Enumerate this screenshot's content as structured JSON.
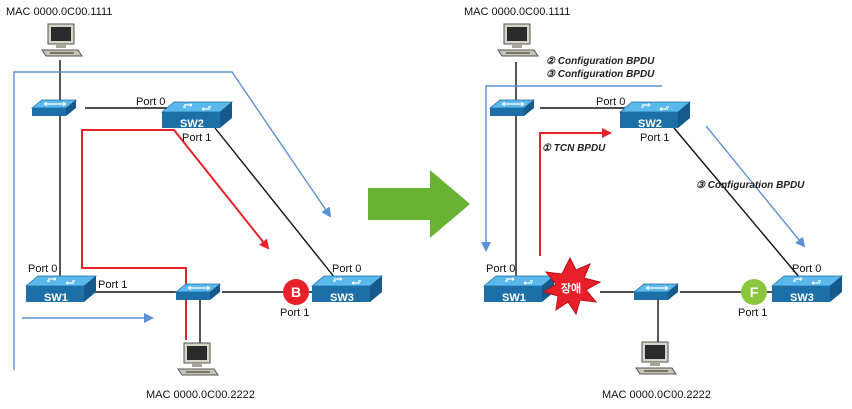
{
  "left": {
    "mac_top": "MAC 0000.0C00.1111",
    "mac_bottom": "MAC 0000.0C00.2222",
    "sw1": "SW1",
    "sw2": "SW2",
    "sw3": "SW3",
    "sw2_port0": "Port 0",
    "sw2_port1": "Port 1",
    "sw1_port0": "Port 0",
    "sw1_port1": "Port 1",
    "sw3_port0": "Port 0",
    "sw3_port1": "Port 1",
    "blocking_badge": "B"
  },
  "right": {
    "mac_top": "MAC 0000.0C00.1111",
    "mac_bottom": "MAC 0000.0C00.2222",
    "sw1": "SW1",
    "sw2": "SW2",
    "sw3": "SW3",
    "sw2_port0": "Port 0",
    "sw2_port1": "Port 1",
    "sw1_port0": "Port 0",
    "sw3_port0": "Port 0",
    "sw3_port1": "Port 1",
    "forwarding_badge": "F",
    "failure_badge": "장애",
    "bpdu_config_2": "② Configuration BPDU",
    "bpdu_config_3a": "③ Configuration BPDU",
    "bpdu_tcn": "① TCN BPDU",
    "bpdu_config_3b": "③ Configuration BPDU"
  },
  "colors": {
    "switch_top": "#3aa0d8",
    "switch_side": "#1d6fa8",
    "tcn_path": "#e8202a",
    "bpdu_path": "#5b8fd6",
    "arrow_green": "#6ab233",
    "blocking": "#e8202a",
    "forwarding": "#8cc63f",
    "failure": "#e8202a"
  },
  "icons": [
    "pc-icon",
    "switch-icon",
    "hub-icon",
    "arrow-right-icon",
    "explosion-icon"
  ]
}
